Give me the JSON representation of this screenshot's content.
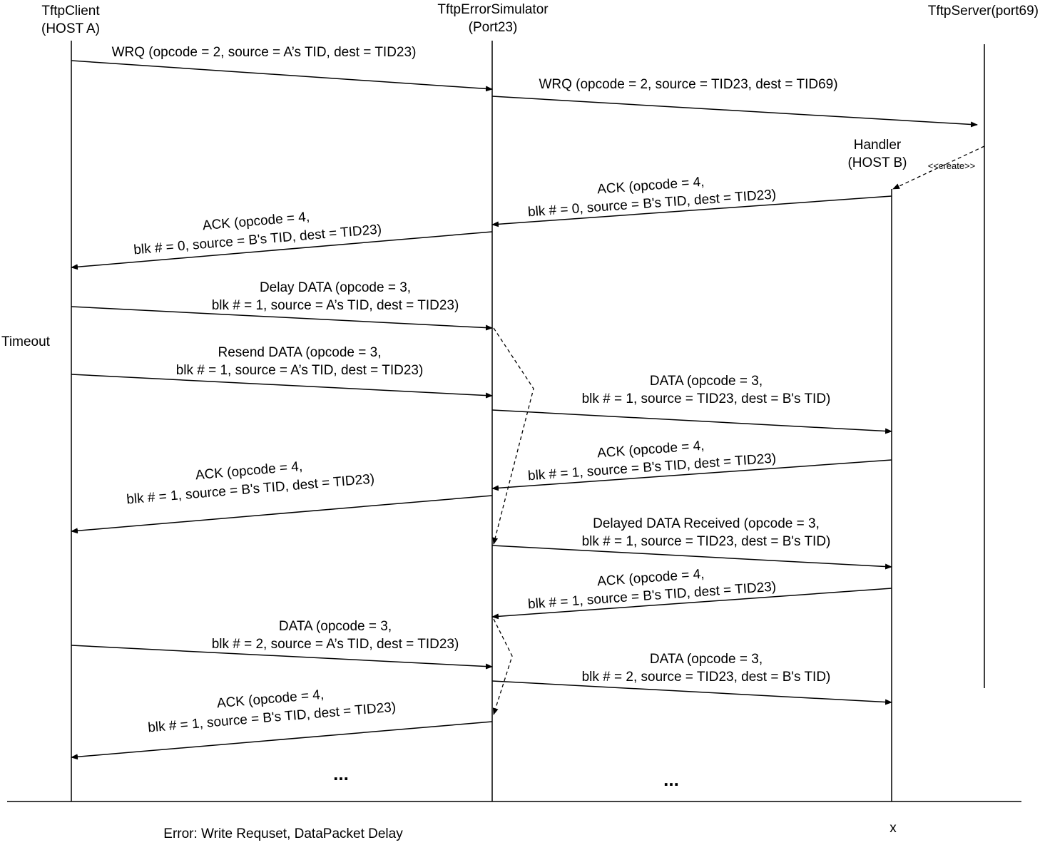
{
  "participants": {
    "client": {
      "name": "TftpClient",
      "host": "(HOST A)"
    },
    "simulator": {
      "name": "TftpErrorSimulator",
      "port": "(Port23)"
    },
    "server": {
      "name": "TftpServer(port69)"
    },
    "handler": {
      "name": "Handler",
      "host": "(HOST B)",
      "create_label": "<<create>>"
    }
  },
  "notes": {
    "timeout": "Timeout",
    "ellipsis_left": "...",
    "ellipsis_right": "...",
    "footer_caption": "Error: Write Requset, DataPacket Delay",
    "end_marker": "x"
  },
  "messages": [
    {
      "id": "m1",
      "lines": [
        "WRQ  (opcode = 2, source = A’s TID, dest = TID23)"
      ]
    },
    {
      "id": "m2",
      "lines": [
        "WRQ  (opcode = 2, source = TID23, dest = TID69)"
      ]
    },
    {
      "id": "m3",
      "lines": [
        "ACK (opcode = 4,",
        "blk # = 0, source = B's TID, dest = TID23)"
      ]
    },
    {
      "id": "m4",
      "lines": [
        "ACK (opcode = 4,",
        "blk # = 0, source = B's TID, dest = TID23)"
      ]
    },
    {
      "id": "m5",
      "lines": [
        "Delay  DATA  (opcode = 3,",
        "blk # = 1, source = A’s TID, dest = TID23)"
      ]
    },
    {
      "id": "m6",
      "lines": [
        "Resend   DATA  (opcode = 3,",
        "blk # = 1, source = A’s TID, dest = TID23)"
      ]
    },
    {
      "id": "m7",
      "lines": [
        "DATA (opcode = 3,",
        "blk # = 1, source = TID23, dest = B's TID)"
      ]
    },
    {
      "id": "m8",
      "lines": [
        "ACK (opcode = 4,",
        "blk # = 1, source = B's TID, dest = TID23)"
      ]
    },
    {
      "id": "m9",
      "lines": [
        "ACK (opcode = 4,",
        "blk # = 1, source = B's TID, dest = TID23)"
      ]
    },
    {
      "id": "m10",
      "lines": [
        "Delayed  DATA Received  (opcode = 3,",
        "blk # = 1, source = TID23, dest = B's TID)"
      ]
    },
    {
      "id": "m11",
      "lines": [
        "ACK (opcode = 4,",
        "blk # = 1, source = B's TID, dest = TID23)"
      ]
    },
    {
      "id": "m12",
      "lines": [
        "DATA  (opcode = 3,",
        "blk # = 2, source = A’s TID, dest = TID23)"
      ]
    },
    {
      "id": "m13",
      "lines": [
        "DATA  (opcode = 3,",
        "blk # = 2, source = TID23, dest = B's TID)"
      ]
    },
    {
      "id": "m14",
      "lines": [
        "ACK (opcode = 4,",
        "blk # = 1, source = B's TID, dest = TID23)"
      ]
    }
  ]
}
